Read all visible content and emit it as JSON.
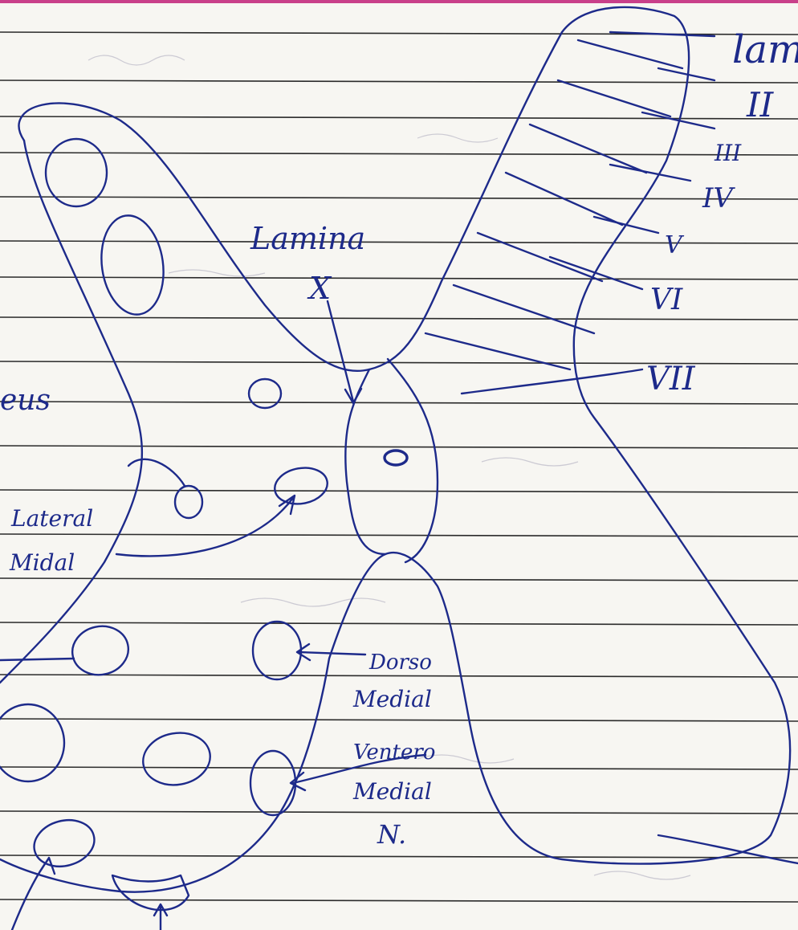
{
  "page": {
    "paper_color": "#f7f6f2",
    "rule_color": "#2b2b2b",
    "margin_line_color": "#c9408a",
    "ink_color": "#1d2a8a",
    "faint_ink_color": "#b9b8c6"
  },
  "labels": {
    "lamina_top": "lam",
    "lamina_ii": "II",
    "lamina_iii": "III",
    "lamina_iv": "IV",
    "lamina_v": "V",
    "lamina_vi": "VI",
    "lamina_vii": "VII",
    "lamina_x_name": "Lamina",
    "lamina_x_numeral": "X",
    "nucleus_fragment": "eus",
    "lateral_nucleus": "Lateral",
    "middle_nucleus": "Midal",
    "dorso_medial_1": "Dorso",
    "dorso_medial_2": "Medial",
    "ventero_medial_1": "Ventero",
    "ventero_medial_2": "Medial",
    "ventero_medial_3": "N."
  }
}
